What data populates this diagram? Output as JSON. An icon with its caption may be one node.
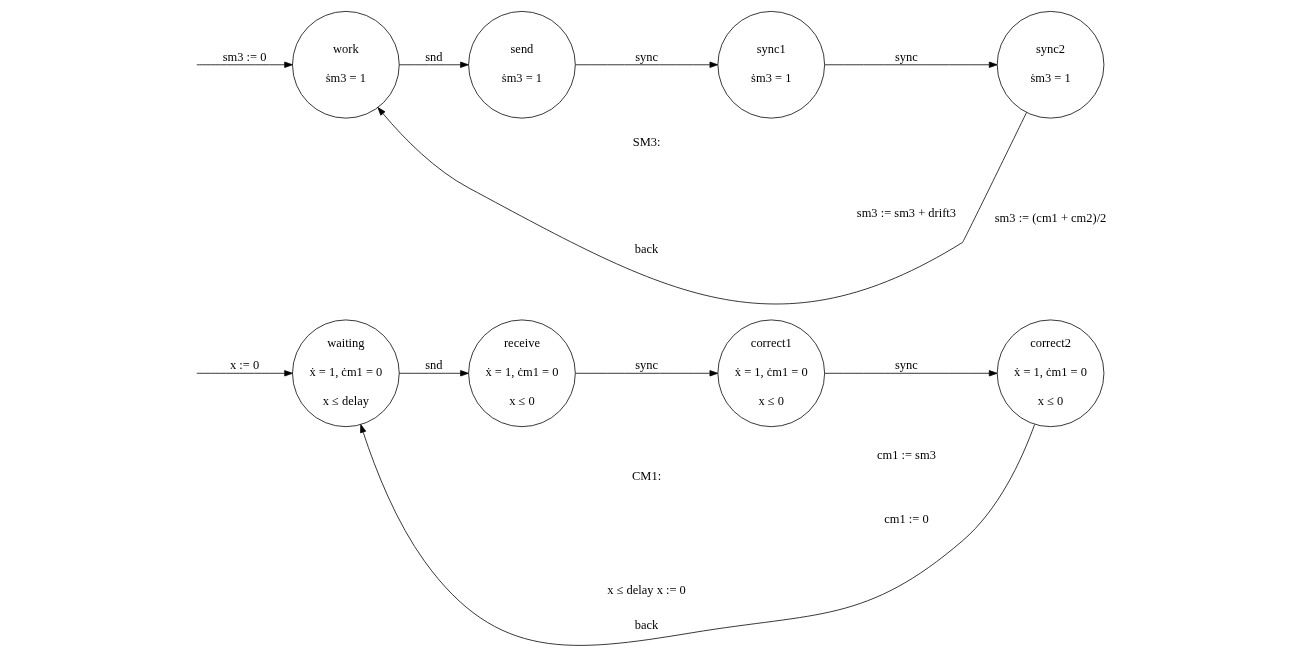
{
  "diagram": {
    "nodes": [
      {
        "text": [
          "waiting",
          "ẋ = 1, ċm1 = 0",
          "x ≤ delay"
        ]
      },
      {
        "text": [
          "receive",
          "ẋ = 1, ċm1 = 0",
          "x ≤ 0"
        ]
      },
      {
        "text": [
          "correct1",
          "ẋ = 1, ċm1 = 0",
          "x ≤ 0"
        ]
      },
      {
        "text": [
          "correct2",
          "ẋ = 1, ċm1 = 0",
          "x ≤ 0"
        ]
      },
      {
        "text": [
          "work",
          "ṡm3 = 1"
        ]
      },
      {
        "text": [
          "send",
          "ṡm3 = 1"
        ]
      },
      {
        "text": [
          "sync1",
          "ṡm3 = 1"
        ]
      },
      {
        "text": [
          "sync2",
          "ṡm3 = 1"
        ]
      }
    ],
    "edges": [
      {
        "from": null,
        "to": 0,
        "arrow": "to",
        "label": "x := 0"
      },
      {
        "from": 0,
        "to": 1,
        "arrow": "to",
        "label": "snd"
      },
      {
        "from": 1,
        "to": 2,
        "arrow": "to",
        "label": "sync"
      },
      {
        "from": 2,
        "to": 3,
        "arrow": "to",
        "label": "sync"
      },
      {
        "from": 3,
        "to": 0,
        "arrow": "to",
        "label": "back"
      },
      {
        "from": null,
        "to": 4,
        "arrow": "to",
        "label": "sm3 := 0"
      },
      {
        "from": 4,
        "to": 5,
        "arrow": "to",
        "label": "snd"
      },
      {
        "from": 5,
        "to": 6,
        "arrow": "to",
        "label": "sync"
      },
      {
        "from": 6,
        "to": 7,
        "arrow": "to",
        "label": "sync"
      },
      {
        "from": 7,
        "to": 4,
        "arrow": "to",
        "label": "back"
      }
    ],
    "labels": [
      "CM1:",
      "cm1 := 0",
      "x ≤ delay x := 0",
      "cm1 := sm3",
      "SM3:",
      "sm3 := sm3 + drift3",
      "sm3 := (cm1 + cm2)/2"
    ]
  }
}
